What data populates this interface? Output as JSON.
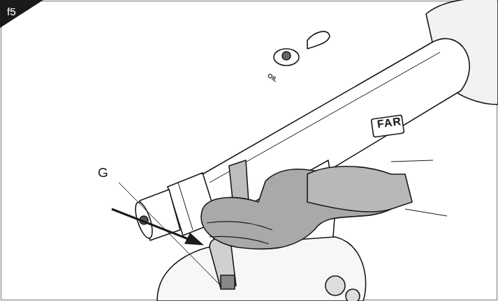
{
  "diagram": {
    "labels": [
      "f5",
      "OIL",
      "FAR",
      "G"
    ]
  }
}
